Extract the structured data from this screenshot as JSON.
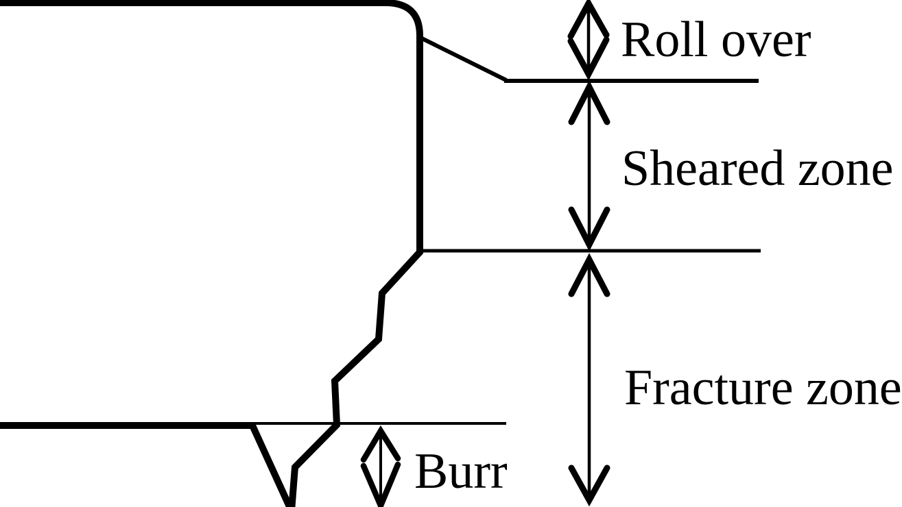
{
  "canvas": {
    "background": "#ffffff",
    "ink": "#000000"
  },
  "diagram": {
    "labels": {
      "roll_over": "Roll over",
      "sheared_zone": "Sheared zone",
      "fracture_zone": "Fracture zone",
      "burr": "Burr"
    },
    "measurements": [
      {
        "name": "roll-over",
        "label": "Roll over"
      },
      {
        "name": "sheared-zone",
        "label": "Sheared zone"
      },
      {
        "name": "fracture-zone",
        "label": "Fracture zone"
      },
      {
        "name": "burr",
        "label": "Burr"
      }
    ]
  }
}
